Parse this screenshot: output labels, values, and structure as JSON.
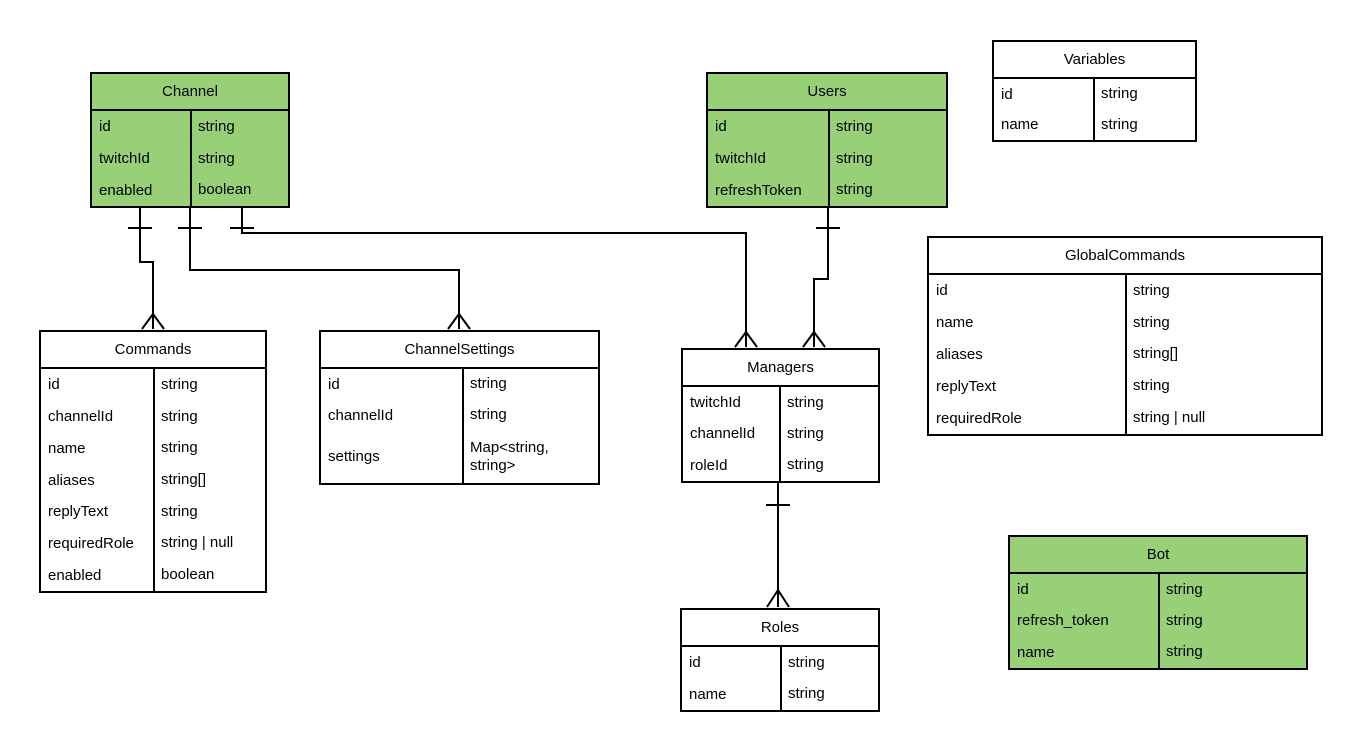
{
  "colors": {
    "entity_fill_green": "#97d077",
    "entity_fill_white": "#ffffff",
    "border": "#000000",
    "background": "#ffffff"
  },
  "entities": {
    "channel": {
      "title": "Channel",
      "fill": "green",
      "fields": [
        {
          "name": "id",
          "type": "string"
        },
        {
          "name": "twitchId",
          "type": "string"
        },
        {
          "name": "enabled",
          "type": "boolean"
        }
      ]
    },
    "users": {
      "title": "Users",
      "fill": "green",
      "fields": [
        {
          "name": "id",
          "type": "string"
        },
        {
          "name": "twitchId",
          "type": "string"
        },
        {
          "name": "refreshToken",
          "type": "string"
        }
      ]
    },
    "variables": {
      "title": "Variables",
      "fill": "white",
      "fields": [
        {
          "name": "id",
          "type": "string"
        },
        {
          "name": "name",
          "type": "string"
        }
      ]
    },
    "global_commands": {
      "title": "GlobalCommands",
      "fill": "white",
      "fields": [
        {
          "name": "id",
          "type": "string"
        },
        {
          "name": "name",
          "type": "string"
        },
        {
          "name": "aliases",
          "type": "string[]"
        },
        {
          "name": "replyText",
          "type": "string"
        },
        {
          "name": "requiredRole",
          "type": "string | null"
        }
      ]
    },
    "commands": {
      "title": "Commands",
      "fill": "white",
      "fields": [
        {
          "name": "id",
          "type": "string"
        },
        {
          "name": "channelId",
          "type": "string"
        },
        {
          "name": "name",
          "type": "string"
        },
        {
          "name": "aliases",
          "type": "string[]"
        },
        {
          "name": "replyText",
          "type": "string"
        },
        {
          "name": "requiredRole",
          "type": "string | null"
        },
        {
          "name": "enabled",
          "type": "boolean"
        }
      ]
    },
    "channel_settings": {
      "title": "ChannelSettings",
      "fill": "white",
      "fields": [
        {
          "name": "id",
          "type": "string"
        },
        {
          "name": "channelId",
          "type": "string"
        },
        {
          "name": "settings",
          "type": "Map<string, string>"
        }
      ]
    },
    "managers": {
      "title": "Managers",
      "fill": "white",
      "fields": [
        {
          "name": "twitchId",
          "type": "string"
        },
        {
          "name": "channelId",
          "type": "string"
        },
        {
          "name": "roleId",
          "type": "string"
        }
      ]
    },
    "roles": {
      "title": "Roles",
      "fill": "white",
      "fields": [
        {
          "name": "id",
          "type": "string"
        },
        {
          "name": "name",
          "type": "string"
        }
      ]
    },
    "bot": {
      "title": "Bot",
      "fill": "green",
      "fields": [
        {
          "name": "id",
          "type": "string"
        },
        {
          "name": "refresh_token",
          "type": "string"
        },
        {
          "name": "name",
          "type": "string"
        }
      ]
    }
  },
  "relationships": [
    {
      "from": "Channel",
      "to": "Commands",
      "from_marker": "one",
      "to_marker": "many"
    },
    {
      "from": "Channel",
      "to": "ChannelSettings",
      "from_marker": "one",
      "to_marker": "many"
    },
    {
      "from": "Channel",
      "to": "Managers",
      "from_marker": "one",
      "to_marker": "many"
    },
    {
      "from": "Users",
      "to": "Managers",
      "from_marker": "one",
      "to_marker": "many"
    },
    {
      "from": "Managers",
      "to": "Roles",
      "from_marker": "one",
      "to_marker": "many"
    }
  ]
}
